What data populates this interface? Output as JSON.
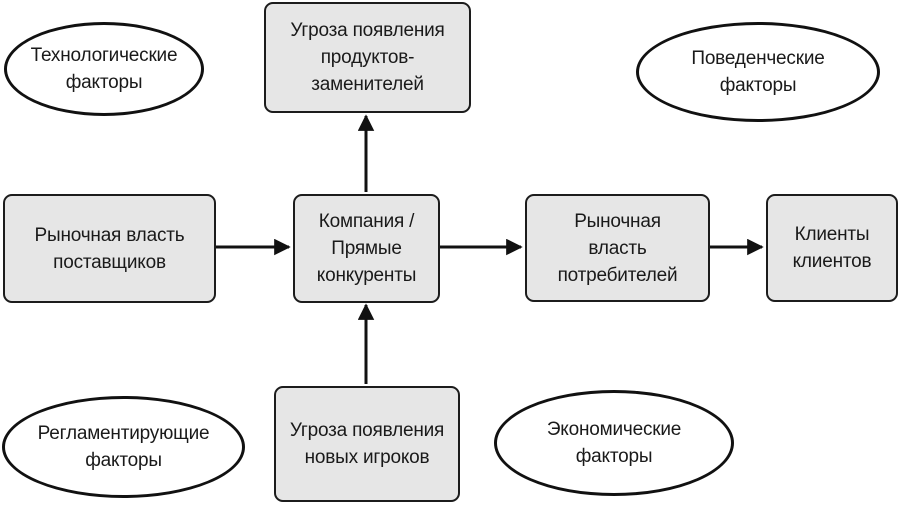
{
  "nodes": {
    "tech_factors": {
      "lines": [
        "Технологические",
        "факторы"
      ]
    },
    "substitutes": {
      "lines": [
        "Угроза появления",
        "продуктов-",
        "заменителей"
      ]
    },
    "behavioral_factors": {
      "lines": [
        "Поведенческие",
        "факторы"
      ]
    },
    "supplier_power": {
      "lines": [
        "Рыночная власть",
        "поставщиков"
      ]
    },
    "company": {
      "lines": [
        "Компания /",
        "Прямые",
        "конкуренты"
      ]
    },
    "buyer_power": {
      "lines": [
        "Рыночная",
        "власть",
        "потребителей"
      ]
    },
    "clients": {
      "lines": [
        "Клиенты",
        "клиентов"
      ]
    },
    "regulatory_factors": {
      "lines": [
        "Регламентирующие",
        "факторы"
      ]
    },
    "new_entrants": {
      "lines": [
        "Угроза появления",
        "новых игроков"
      ]
    },
    "economic_factors": {
      "lines": [
        "Экономические",
        "факторы"
      ]
    }
  }
}
